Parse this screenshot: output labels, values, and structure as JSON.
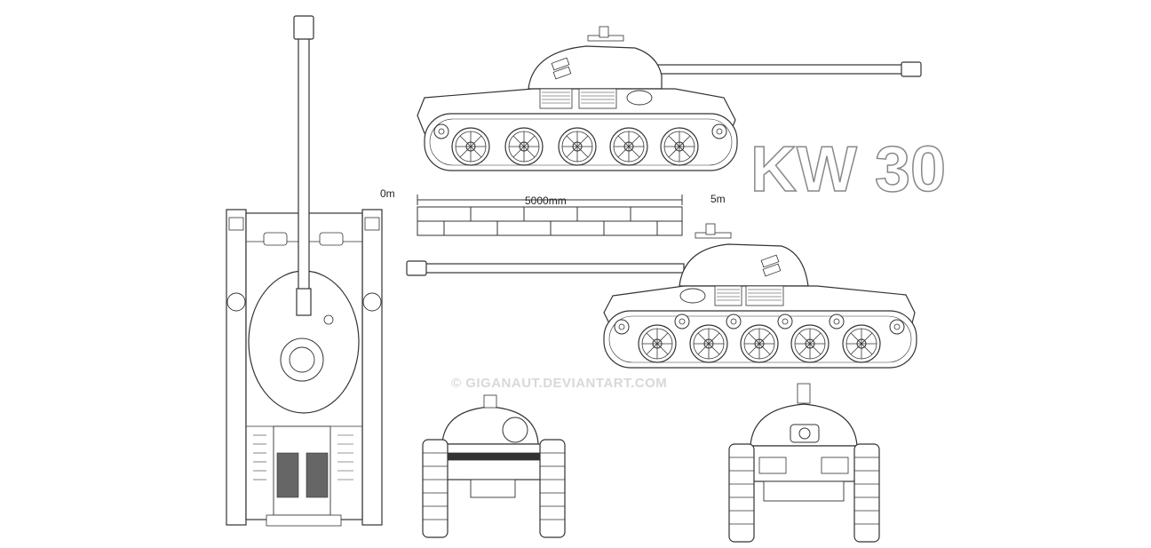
{
  "title": "KW 30",
  "scale": {
    "start_label": "0m",
    "length_label": "5000mm",
    "end_label": "5m"
  },
  "watermark": "© GIGANAUT.DEVIANTART.COM",
  "colors": {
    "line": "#333333",
    "fill": "#ffffff",
    "vent": "#555555",
    "watermark": "#d8d8d8",
    "title_stroke": "#888888"
  }
}
